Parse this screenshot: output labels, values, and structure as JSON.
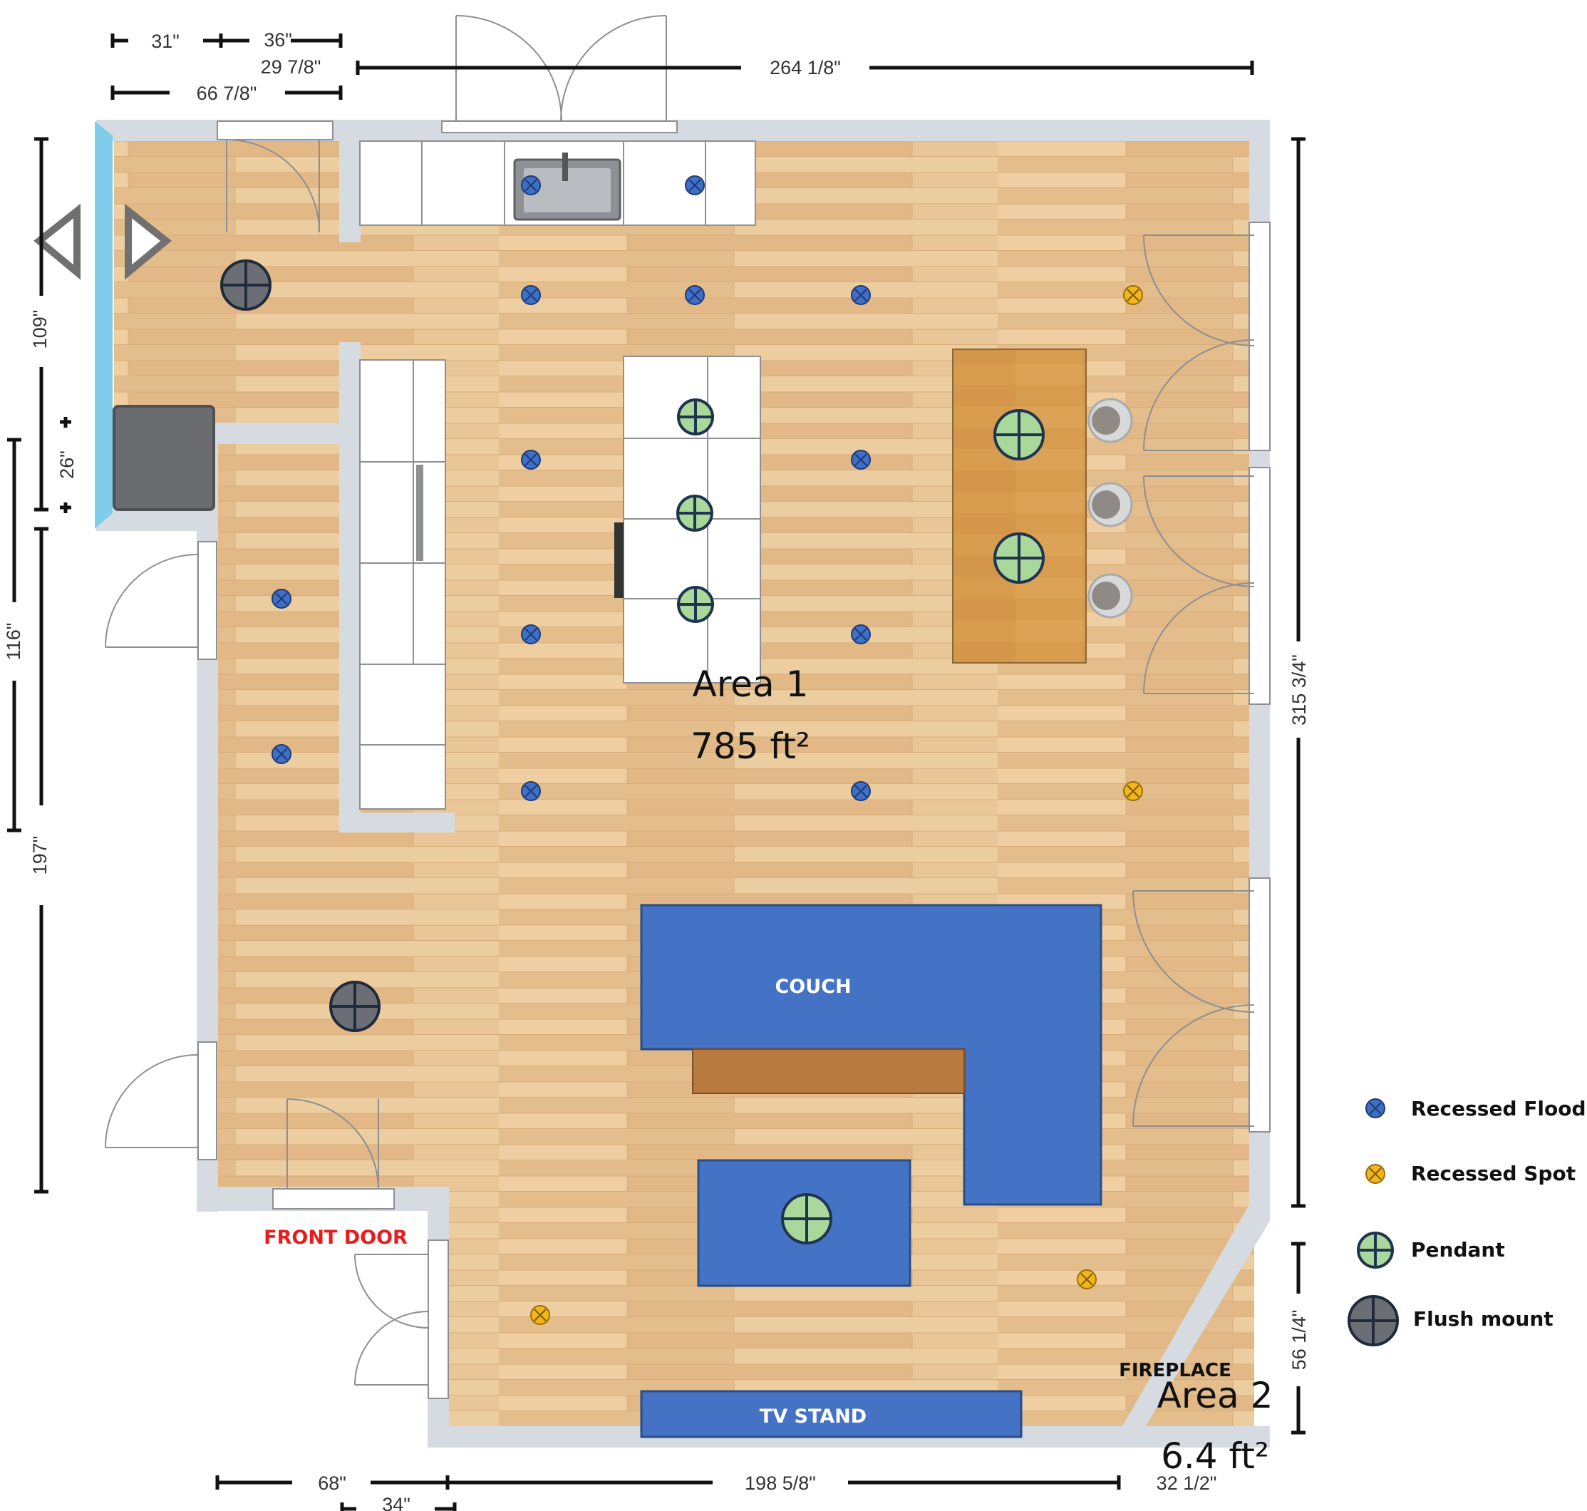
{
  "dimensions": {
    "top_31": "31\"",
    "top_36": "36\"",
    "top_29_7_8": "29 7/8\"",
    "top_66_7_8": "66 7/8\"",
    "top_264_1_8": "264 1/8\"",
    "left_109": "109\"",
    "left_26": "26\"",
    "left_116": "116\"",
    "left_197": "197\"",
    "right_315_3_4": "315 3/4\"",
    "right_56_1_4": "56 1/4\"",
    "bottom_68": "68\"",
    "bottom_34": "34\"",
    "bottom_198_5_8": "198 5/8\"",
    "bottom_32_1_2": "32 1/2\""
  },
  "areas": {
    "area1_name": "Area 1",
    "area1_size": "785 ft²",
    "area2_name": "Area 2",
    "area2_size": "6.4 ft²"
  },
  "labels": {
    "couch": "COUCH",
    "tv_stand": "TV STAND",
    "front_door": "FRONT DOOR",
    "fireplace": "FIREPLACE"
  },
  "legend": {
    "recessed_flood": "Recessed Flood",
    "recessed_spot": "Recessed Spot",
    "pendant": "Pendant",
    "flush_mount": "Flush mount"
  },
  "colors": {
    "recessed_flood": "#3f6fc7",
    "recessed_spot": "#f2b51c",
    "pendant": "#a9d89a",
    "flush_mount": "#6b6f75",
    "furniture_blue": "#4472c4",
    "wall": "#d6dbe1",
    "floor": "#e6c08e"
  }
}
